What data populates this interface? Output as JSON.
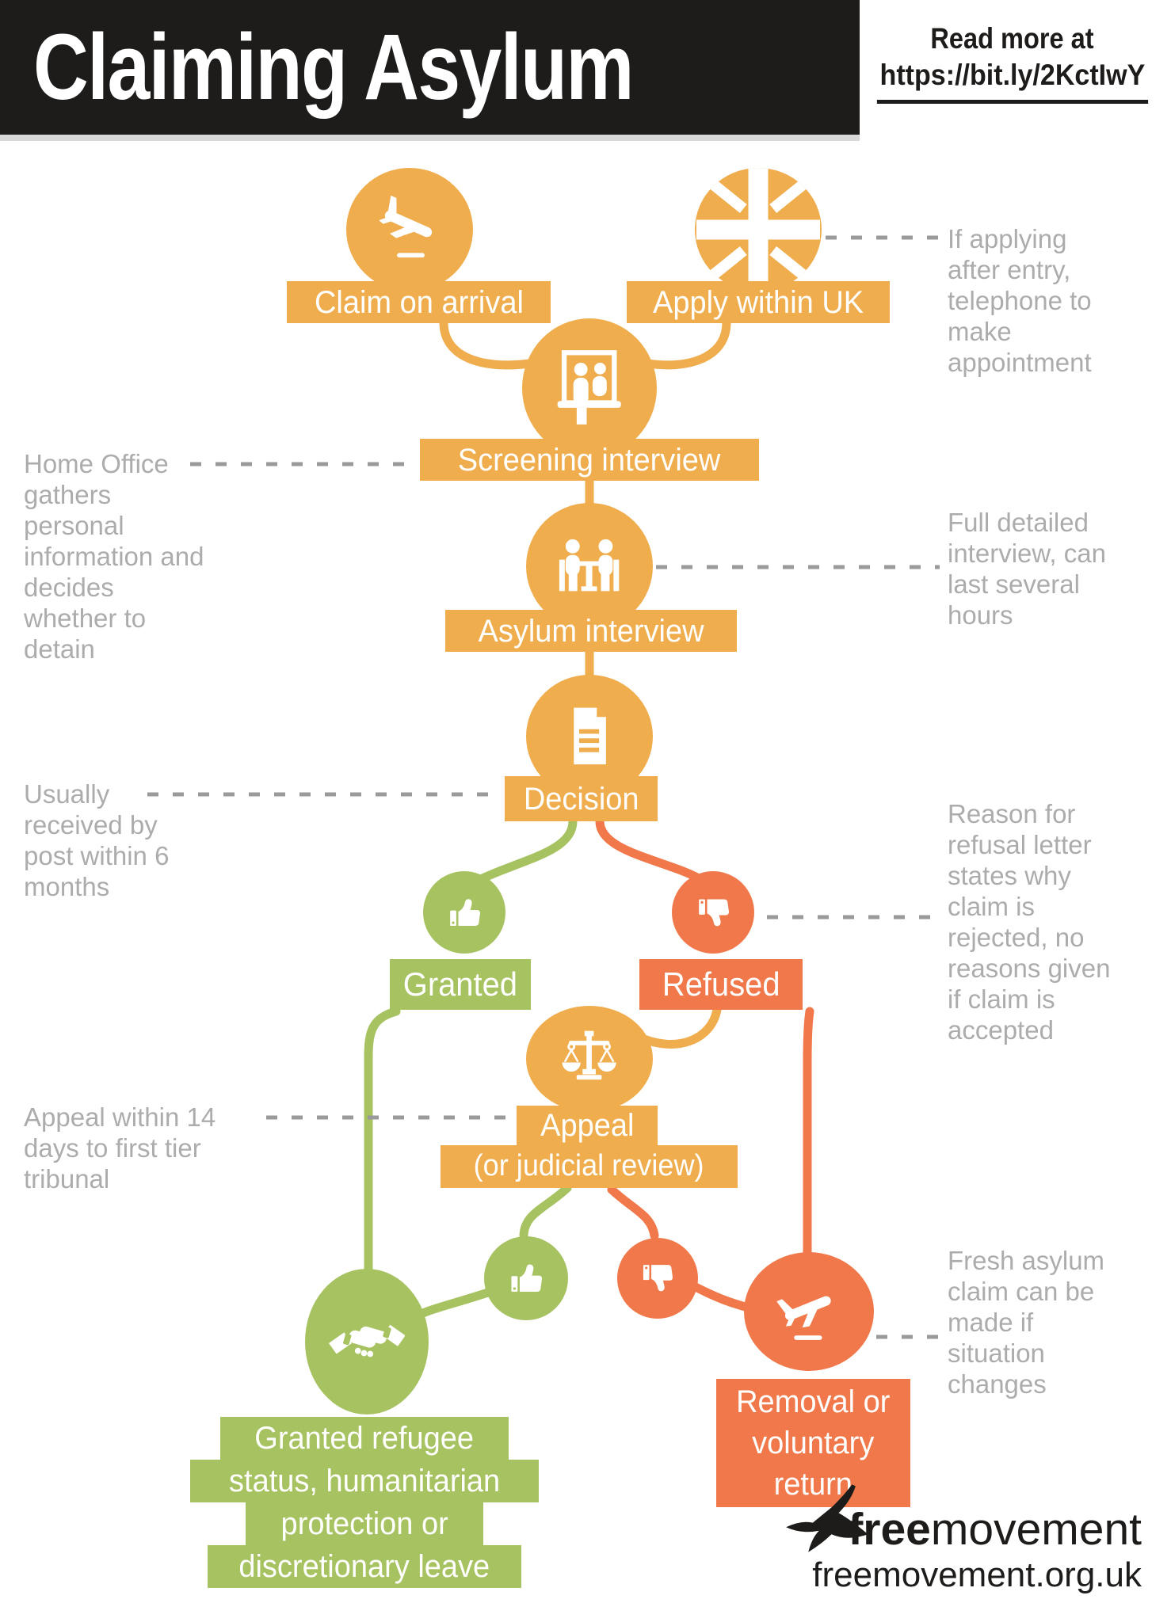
{
  "header": {
    "title": "Claiming Asylum",
    "read_more_line1": "Read more at",
    "read_more_line2": "https://bit.ly/2KctIwY"
  },
  "colors": {
    "amber": "#efad4d",
    "green": "#a7c261",
    "orange": "#f0784a",
    "annotation_gray": "#acacac",
    "header_black": "#1e1c1a"
  },
  "nodes": {
    "claim_on_arrival": {
      "label": "Claim on arrival",
      "icon": "plane-landing-icon"
    },
    "apply_within_uk": {
      "label": "Apply within UK",
      "icon": "uk-flag-icon"
    },
    "screening": {
      "label": "Screening interview",
      "icon": "desk-interview-icon"
    },
    "asylum": {
      "label": "Asylum interview",
      "icon": "table-interview-icon"
    },
    "decision": {
      "label": "Decision",
      "icon": "document-icon"
    },
    "granted": {
      "label": "Granted",
      "icon": "thumbs-up-icon"
    },
    "refused": {
      "label": "Refused",
      "icon": "thumbs-down-icon"
    },
    "appeal": {
      "label_line1": "Appeal",
      "label_line2": "(or judicial review)",
      "icon": "scales-icon"
    },
    "appeal_granted": {
      "icon": "thumbs-up-icon"
    },
    "appeal_refused": {
      "icon": "thumbs-down-icon"
    },
    "granted_refugee": {
      "icon": "handshake-icon",
      "lines": [
        "Granted refugee",
        "status, humanitarian",
        "protection or",
        "discretionary leave"
      ]
    },
    "removal": {
      "label": "Removal or\nvoluntary\nreturn",
      "icon": "plane-takeoff-icon"
    }
  },
  "annotations": {
    "apply_note": "If applying\nafter entry,\ntelephone to\nmake\nappointment",
    "screening_note": "Home Office\ngathers\npersonal\ninformation and\ndecides\nwhether to\ndetain",
    "asylum_note": "Full detailed\ninterview, can\nlast several\nhours",
    "decision_note": "Usually\nreceived by\npost within 6\nmonths",
    "refused_note": "Reason for\nrefusal letter\nstates why\nclaim is\nrejected, no\nreasons given\nif claim is\naccepted",
    "appeal_note": "Appeal within 14\ndays to first tier\ntribunal",
    "removal_note": "Fresh asylum\nclaim can be\nmade if\nsituation\nchanges"
  },
  "footer": {
    "brand_bold": "free",
    "brand_rest": "movement",
    "url": "freemovement.org.uk"
  }
}
